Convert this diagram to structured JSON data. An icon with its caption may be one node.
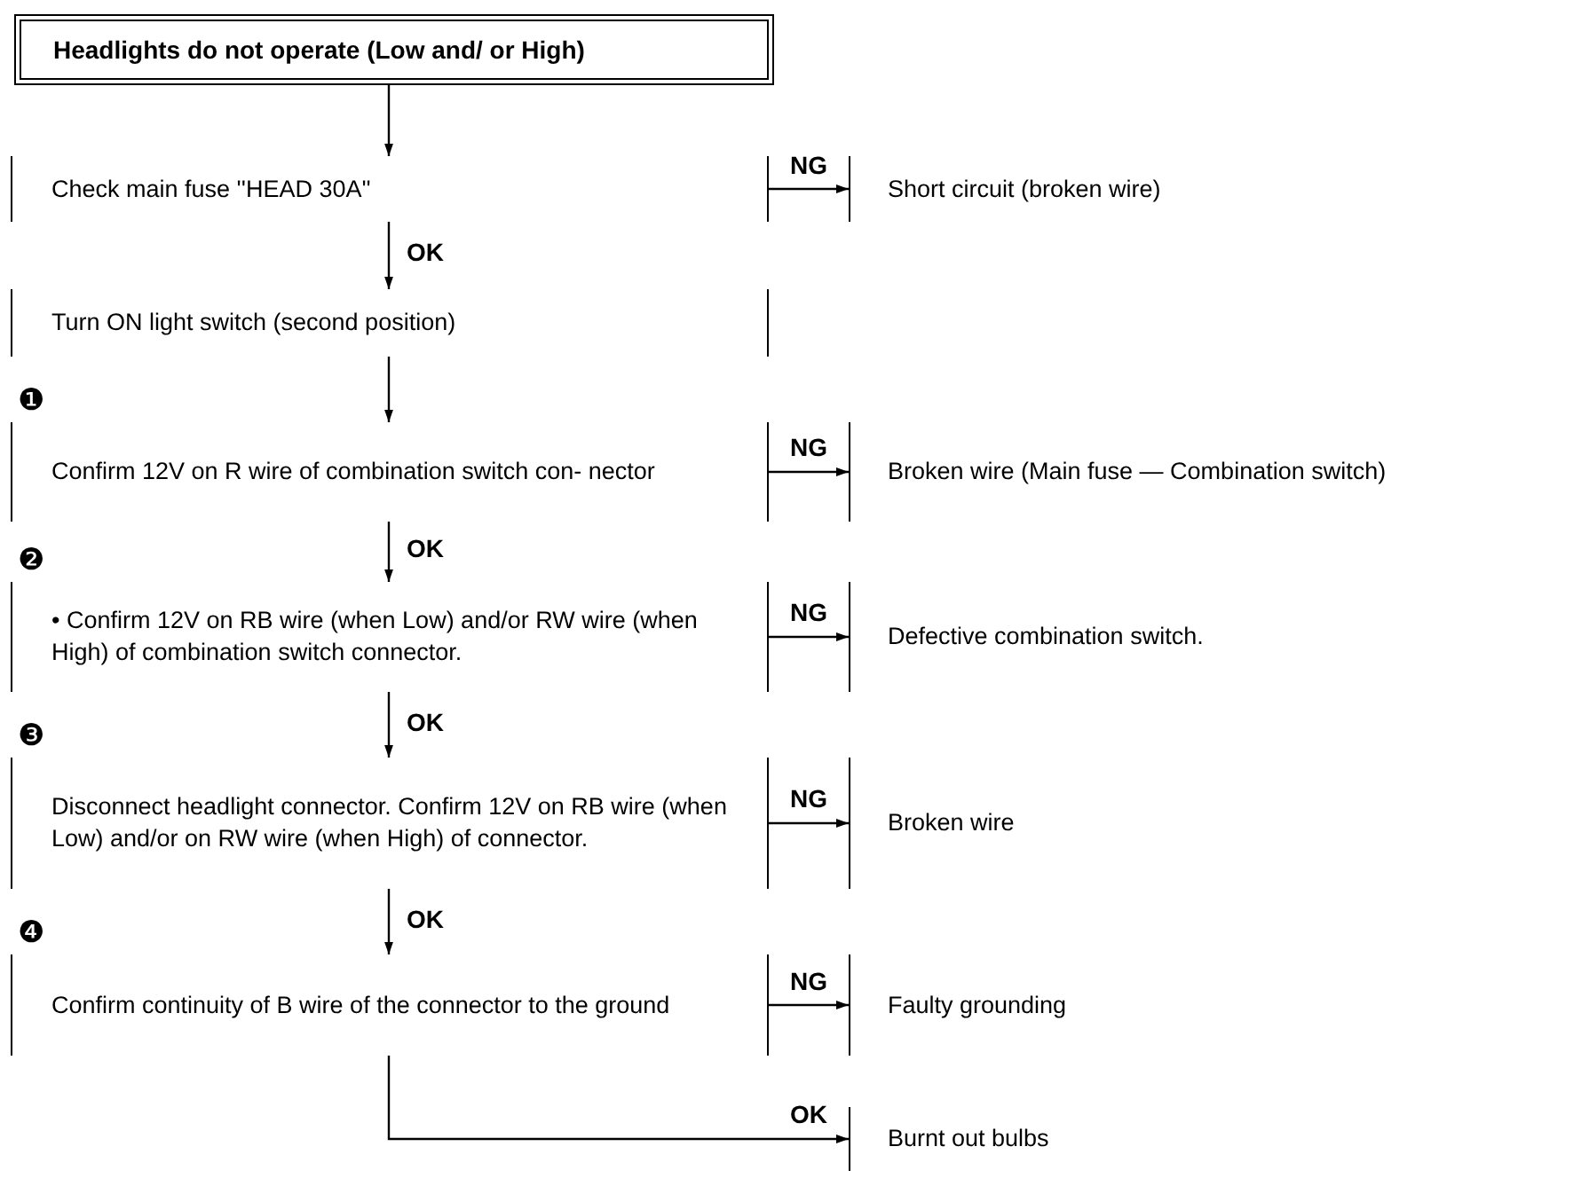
{
  "diagram": {
    "nodes": [
      {
        "text": [
          "Headlights do not operate (Low and/ or High)"
        ]
      },
      {
        "text": [
          "Check main fuse ''HEAD 30A''"
        ]
      },
      {
        "text": [
          "Turn ON light switch (second position)"
        ]
      },
      {
        "text": [
          "Confirm 12V on R wire of combination switch con- nector"
        ],
        "beside": [
          "❶"
        ]
      },
      {
        "text": [
          "• Confirm 12V on RB wire (when Low) and/or RW wire (when High) of combination switch connector."
        ],
        "beside": [
          "❷"
        ]
      },
      {
        "text": [
          "Disconnect headlight connector. Confirm 12V on RB wire (when Low) and/or on RW wire (when High) of connector."
        ],
        "beside": [
          "❸"
        ]
      },
      {
        "text": [
          "Confirm continuity of B wire of the connector to the ground"
        ],
        "beside": [
          "❹"
        ]
      },
      {
        "text": [
          "Short circuit (broken wire)"
        ]
      },
      {
        "text": [
          "Broken wire (Main fuse — Combination switch)"
        ]
      },
      {
        "text": [
          "Defective combination switch."
        ]
      },
      {
        "text": [
          "Broken wire"
        ]
      },
      {
        "text": [
          "Faulty grounding"
        ]
      },
      {
        "text": [
          "Burnt out bulbs"
        ]
      }
    ],
    "edges": [
      {
        "from": 0,
        "to": 1,
        "arrow": "to"
      },
      {
        "from": 1,
        "to": 2,
        "arrow": "to",
        "label": "OK"
      },
      {
        "from": 2,
        "to": 3,
        "arrow": "to"
      },
      {
        "from": 3,
        "to": 4,
        "arrow": "to",
        "label": "OK"
      },
      {
        "from": 4,
        "to": 5,
        "arrow": "to",
        "label": "OK"
      },
      {
        "from": 5,
        "to": 6,
        "arrow": "to",
        "label": "OK"
      },
      {
        "from": 1,
        "to": 7,
        "arrow": "to",
        "label": "NG"
      },
      {
        "from": 3,
        "to": 8,
        "arrow": "to",
        "label": "NG"
      },
      {
        "from": 4,
        "to": 9,
        "arrow": "to",
        "label": "NG"
      },
      {
        "from": 5,
        "to": 10,
        "arrow": "to",
        "label": "NG"
      },
      {
        "from": 6,
        "to": 11,
        "arrow": "to",
        "label": "NG"
      },
      {
        "from": 6,
        "to": 12,
        "arrow": "to",
        "label": "OK"
      }
    ]
  }
}
